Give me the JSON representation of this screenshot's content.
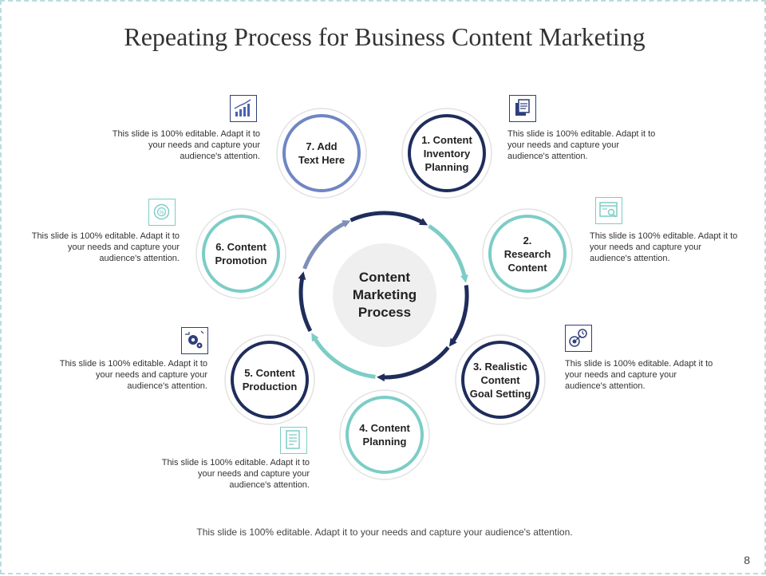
{
  "title": "Repeating Process for Business Content Marketing",
  "center": "Content\nMarketing\nProcess",
  "steps": [
    {
      "label": "1. Content\nInventory\nPlanning",
      "desc": "This slide is 100% editable. Adapt it to your needs and capture your audience's attention.",
      "icon": "documents-icon"
    },
    {
      "label": "2.\nResearch\nContent",
      "desc": "This slide is 100% editable. Adapt it to your needs and capture your audience's attention.",
      "icon": "browser-search-icon"
    },
    {
      "label": "3. Realistic\nContent\nGoal Setting",
      "desc": "This slide is 100% editable. Adapt it to your needs and capture your audience's attention.",
      "icon": "target-clock-icon"
    },
    {
      "label": "4. Content\nPlanning",
      "desc": "This slide is 100% editable. Adapt it to your needs and capture your audience's attention.",
      "icon": "checklist-icon"
    },
    {
      "label": "5. Content\nProduction",
      "desc": "This slide is 100% editable. Adapt it to your needs and capture your audience's attention.",
      "icon": "gears-icon"
    },
    {
      "label": "6. Content\nPromotion",
      "desc": "This slide is 100% editable. Adapt it to your needs and capture your audience's attention.",
      "icon": "megaphone-badge-icon"
    },
    {
      "label": "7. Add\nText Here",
      "desc": "This slide is 100% editable. Adapt it to your needs and capture your audience's attention.",
      "icon": "growth-chart-icon"
    }
  ],
  "footer": "This slide is 100% editable. Adapt it to your needs and capture your audience's attention.",
  "page_number": "8",
  "colors": {
    "navy": "#1f2d5c",
    "teal": "#7ccdc6",
    "slate": "#7f8fb8",
    "center_fill": "#efefef"
  }
}
